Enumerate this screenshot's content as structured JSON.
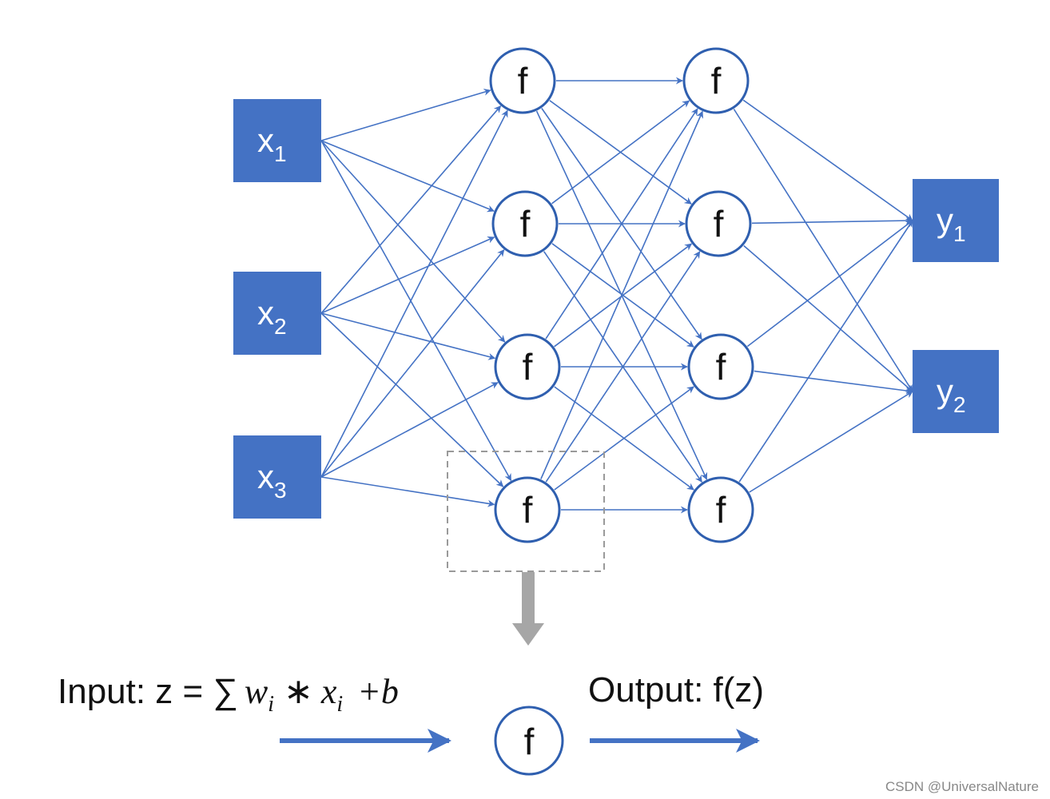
{
  "colors": {
    "box_fill": "#4472C4",
    "edge": "#4472C4",
    "node_stroke": "#2F5FAF",
    "dash": "#9a9a9a",
    "down_arrow": "#a6a6a6",
    "formula_arrow": "#4472C4"
  },
  "inputs": [
    {
      "label": "x",
      "sub": "1"
    },
    {
      "label": "x",
      "sub": "2"
    },
    {
      "label": "x",
      "sub": "3"
    }
  ],
  "hidden_layer_1": [
    "f",
    "f",
    "f",
    "f"
  ],
  "hidden_layer_2": [
    "f",
    "f",
    "f",
    "f"
  ],
  "outputs": [
    {
      "label": "y",
      "sub": "1"
    },
    {
      "label": "y",
      "sub": "2"
    }
  ],
  "detail": {
    "input_prefix": "Input: z = ∑",
    "w": "w",
    "w_sub": "i",
    "times": "∗",
    "x": "x",
    "x_sub": "i",
    "plus_b": "+b",
    "node": "f",
    "output_text": "Output: f(z)"
  },
  "watermark": "CSDN @UniversalNature"
}
